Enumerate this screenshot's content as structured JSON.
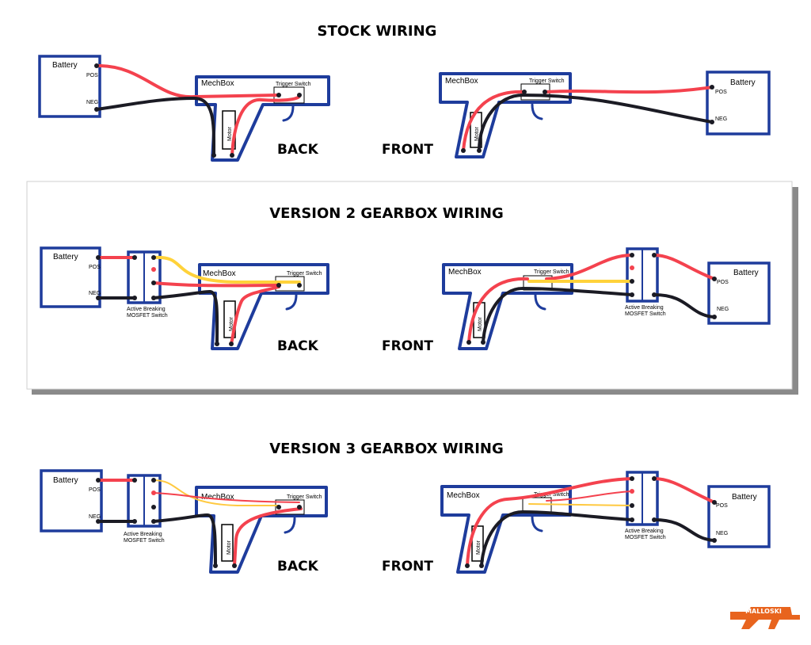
{
  "sections": [
    {
      "title": "STOCK WIRING",
      "back": "BACK",
      "front": "FRONT"
    },
    {
      "title": "VERSION 2 GEARBOX WIRING",
      "back": "BACK",
      "front": "FRONT"
    },
    {
      "title": "VERSION 3 GEARBOX WIRING",
      "back": "BACK",
      "front": "FRONT"
    }
  ],
  "labels": {
    "battery": "Battery",
    "pos": "POS",
    "neg": "NEG",
    "mechbox": "MechBox",
    "trigger_switch": "Trigger Switch",
    "motor": "Motor",
    "mosfet_line1": "Active Breaking",
    "mosfet_line2": "MOSFET Switch"
  },
  "logo_text": "MALLOSKI",
  "colors": {
    "positive_wire": "#f4424e",
    "negative_wire": "#1b1b24",
    "signal_wire": "#ffd23a",
    "component_outline": "#1e3c9c",
    "logo": "#e8641e"
  }
}
